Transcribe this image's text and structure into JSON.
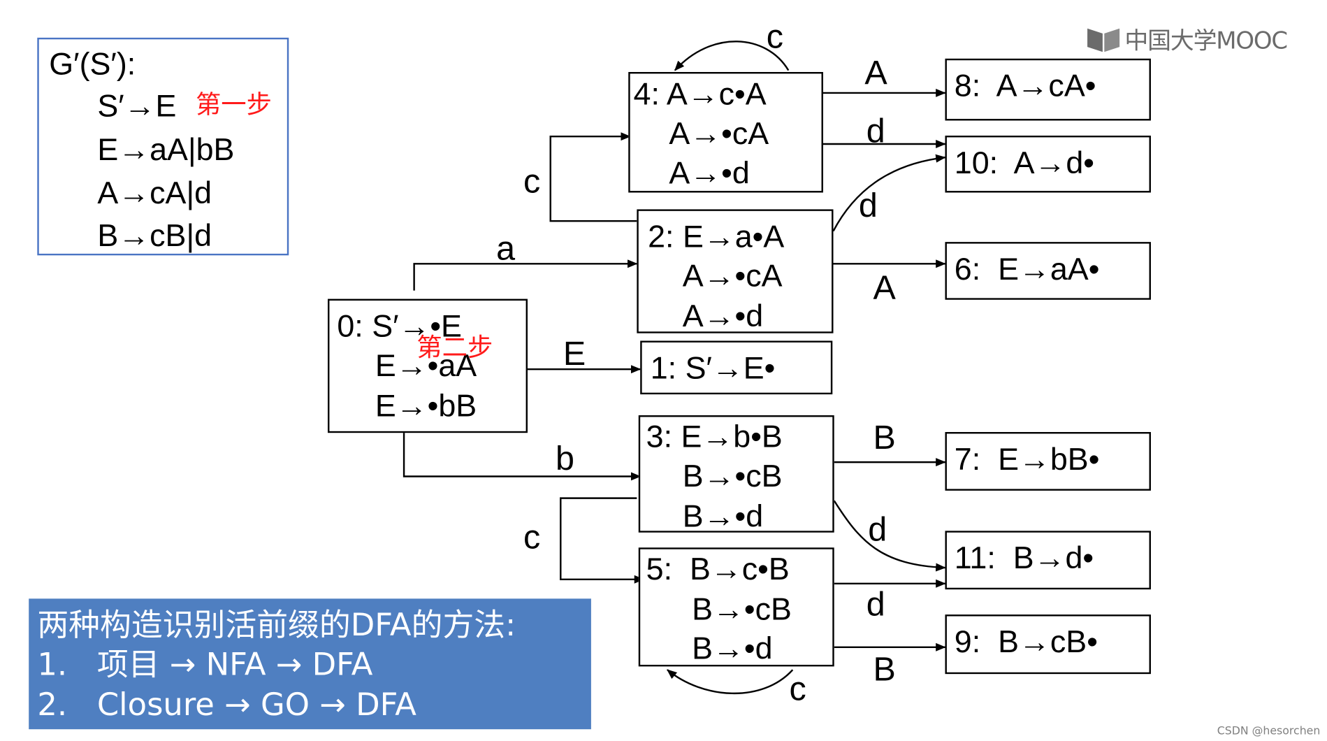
{
  "logo": {
    "text": "中国大学MOOC",
    "icon": "mooc-book-icon"
  },
  "watermark": "CSDN @hesorchen",
  "grammar": {
    "title": "G′(S′):",
    "rules": [
      "S′→E",
      "E→aA|bB",
      "A→cA|d",
      "B→cB|d"
    ],
    "note_step1": "第一步"
  },
  "note_step2": "第二步",
  "states": {
    "s0": [
      "0: S′→•E",
      "E→•aA",
      "E→•bB"
    ],
    "s1": [
      "1: S′→E•"
    ],
    "s2": [
      "2: E→a•A",
      "A→•cA",
      "A→•d"
    ],
    "s3": [
      "3: E→b•B",
      "B→•cB",
      "B→•d"
    ],
    "s4": [
      "4: A→c•A",
      "A→•cA",
      "A→•d"
    ],
    "s5": [
      "5:  B→c•B",
      "B→•cB",
      "B→•d"
    ],
    "s6": [
      "6:  E→aA•"
    ],
    "s7": [
      "7:  E→bB•"
    ],
    "s8": [
      "8:  A→cA•"
    ],
    "s9": [
      "9:  B→cB•"
    ],
    "s10": [
      "10:  A→d•"
    ],
    "s11": [
      "11:  B→d•"
    ]
  },
  "edge_labels": {
    "e0_2": "a",
    "e0_1": "E",
    "e0_3": "b",
    "e2_4": "c",
    "e2_10": "d",
    "e2_6": "A",
    "e4_4": "c",
    "e4_8": "A",
    "e4_10": "d",
    "e3_7": "B",
    "e3_11": "d",
    "e3_5": "c",
    "e5_11": "d",
    "e5_9": "B",
    "e5_5": "c"
  },
  "note": {
    "heading": "两种构造识别活前缀的DFA的方法:",
    "item1": "1.   项目 → NFA → DFA",
    "item2": "2.   Closure → GO → DFA"
  }
}
